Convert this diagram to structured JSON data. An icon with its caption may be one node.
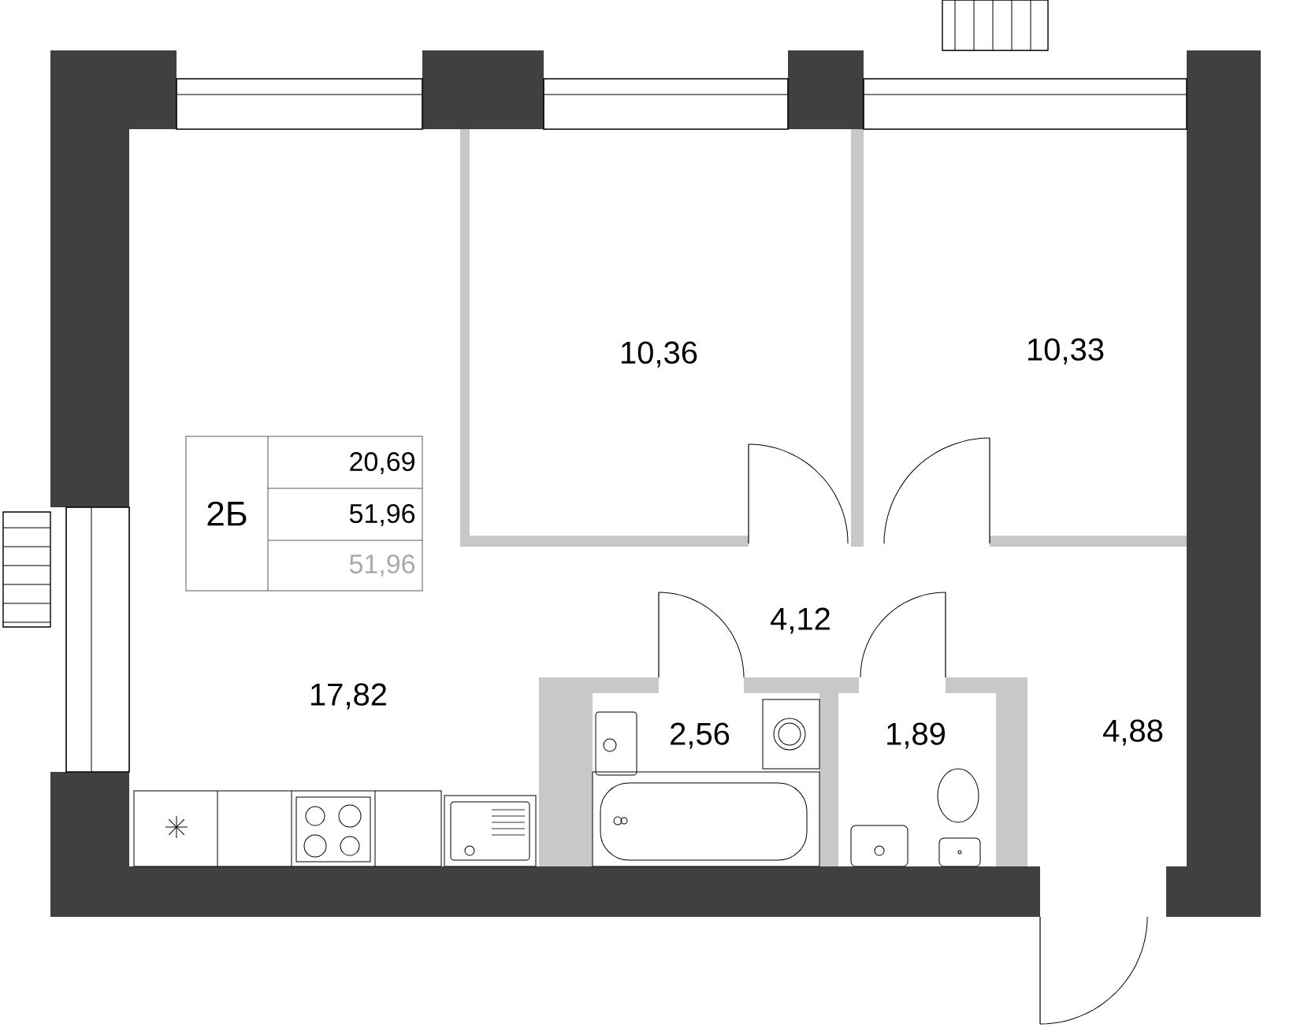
{
  "diagram": {
    "labels": [
      "10,36",
      "10,33",
      "2Б",
      "20,69",
      "51,96",
      "51,96",
      "4,12",
      "17,82",
      "2,56",
      "1,89",
      "4,88"
    ]
  }
}
